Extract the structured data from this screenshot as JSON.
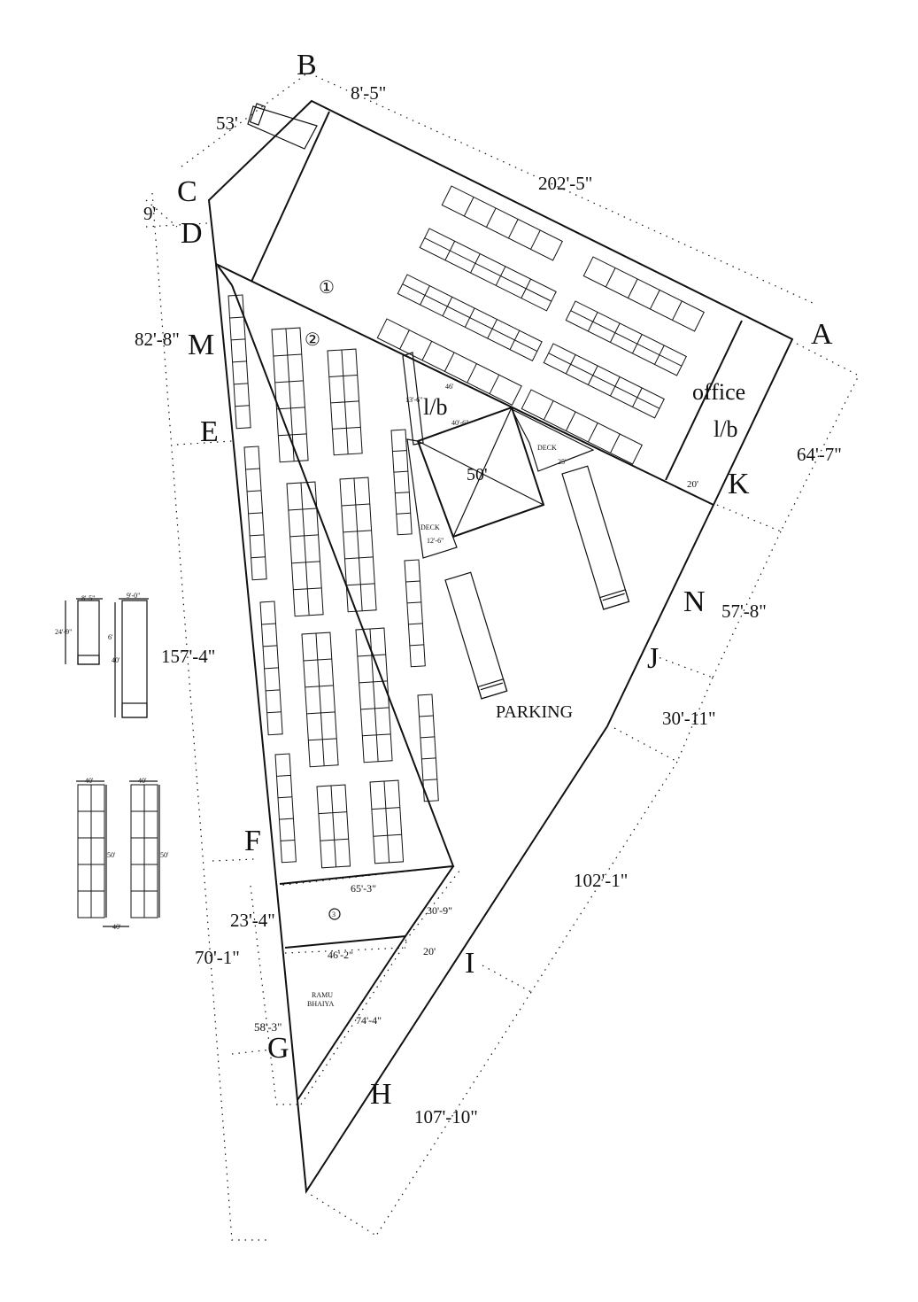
{
  "vertices": {
    "A": "A",
    "B": "B",
    "C": "C",
    "D": "D",
    "E": "E",
    "F": "F",
    "G": "G",
    "H": "H",
    "I": "I",
    "J": "J",
    "K": "K",
    "M": "M",
    "N": "N"
  },
  "dimensions": {
    "b_top": "8'-5\"",
    "top_edge": "202'-5\"",
    "bc": "53'",
    "cd": "9'",
    "dm": "82'-8\"",
    "ak": "64'-7\"",
    "kn": "57'-8\"",
    "jn": "30'-11\"",
    "west": "157'-4\"",
    "ij": "102'-1\"",
    "hi": "107'-10\"",
    "fg_a": "23'-4\"",
    "fg_b": "70'-1\"",
    "gh": "58'-3\"",
    "south_top": "65'-3\"",
    "south_side": "30'-9\"",
    "south_mid": "46'-2\"",
    "south_small": "20'",
    "diag": "74'-4\"",
    "office_width": "20'",
    "stage_top": "46'",
    "stage_side": "13'-6\"",
    "stage_inner": "40'-6\"",
    "stage_size": "50'",
    "deck_right": "25'",
    "deck_left": "12'-6\""
  },
  "labels": {
    "office_1": "office",
    "office_2": "l/b",
    "stage_lb": "l/b",
    "deck_right": "DECK",
    "deck_left": "DECK",
    "parking": "PARKING",
    "owner_1": "RAMU",
    "owner_2": "BHAIYA",
    "zone1": "①",
    "zone2": "②",
    "zone3": "3"
  },
  "legend": {
    "car_width": "8'-5\"",
    "car_length": "24'-9\"",
    "bus_width": "9'-0\"",
    "bus_length": "40'",
    "bus_gap": "6'",
    "block_width_a": "40'",
    "block_width_b": "40'",
    "block_height_a": "50'",
    "block_height_b": "50'",
    "block_bottom": "40'"
  }
}
